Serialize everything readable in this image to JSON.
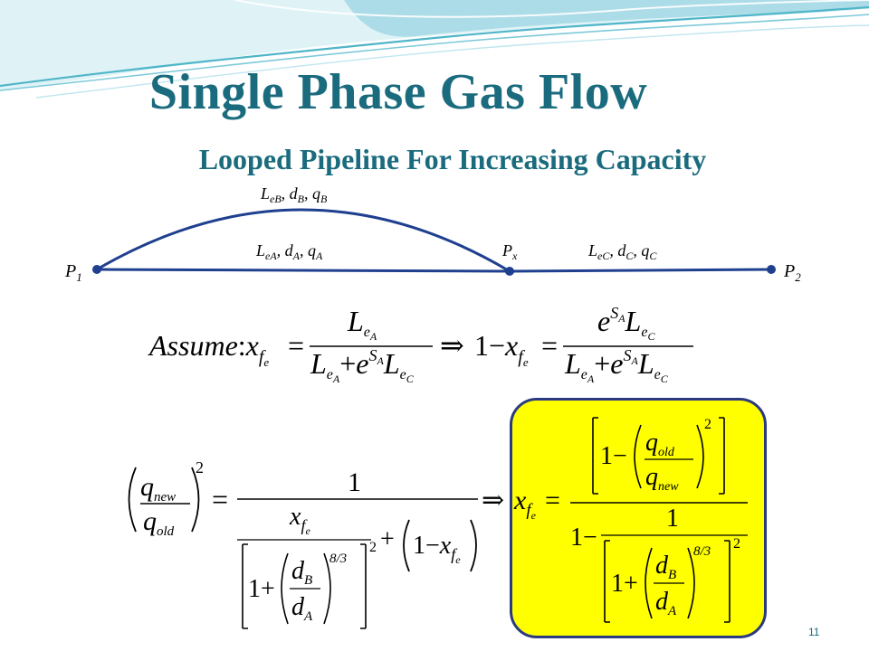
{
  "slide": {
    "title": "Single Phase Gas Flow",
    "subtitle": "Looped Pipeline For Increasing Capacity",
    "number": "11",
    "colors": {
      "title": "#1a6b7e",
      "pipe": "#1f3f8f",
      "highlight_fill": "#ffff00",
      "highlight_border": "#2b3a80",
      "banner_teal": "#4fb5c8",
      "banner_light": "#bfe6ee"
    }
  },
  "diagram": {
    "nodes": [
      {
        "id": "P1",
        "main": "P",
        "sub": "1"
      },
      {
        "id": "Px",
        "main": "P",
        "sub": "x"
      },
      {
        "id": "P2",
        "main": "P",
        "sub": "2"
      }
    ],
    "segments": [
      {
        "id": "B",
        "L": "L",
        "Lsub": "eB",
        "d": "d",
        "dsub": "B",
        "q": "q",
        "qsub": "B"
      },
      {
        "id": "A",
        "L": "L",
        "Lsub": "eA",
        "d": "d",
        "dsub": "A",
        "q": "q",
        "qsub": "A"
      },
      {
        "id": "C",
        "L": "L",
        "Lsub": "eC",
        "d": "d",
        "dsub": "C",
        "q": "q",
        "qsub": "C"
      }
    ]
  },
  "equations": {
    "assume_label": "Assume",
    "x": "x",
    "f": "f",
    "e": "e",
    "L": "L",
    "A": "A",
    "C": "C",
    "S": "S",
    "one": "1",
    "plus": "+",
    "minus": "−",
    "equals": "=",
    "colon": ":",
    "implies": "⇒",
    "q": "q",
    "d": "d",
    "B": "B",
    "new": "new",
    "old": "old",
    "two": "2",
    "eight_thirds": "8/3"
  }
}
